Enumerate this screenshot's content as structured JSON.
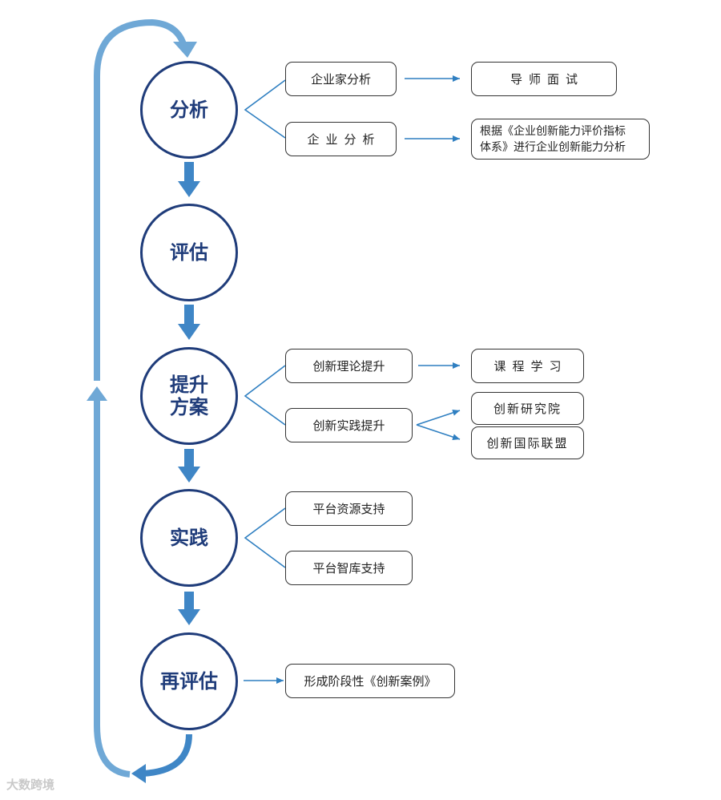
{
  "colors": {
    "stage_border": "#1f3c7a",
    "stage_text": "#1f3c7a",
    "flow_arrow": "#3f86c6",
    "loop_line": "#6fa8d6",
    "connector": "#2f7fc1",
    "box_border": "#333333"
  },
  "stages": [
    {
      "id": "analysis",
      "label": "分析"
    },
    {
      "id": "evaluation",
      "label": "评估"
    },
    {
      "id": "plan",
      "label": "提升\n方案"
    },
    {
      "id": "practice",
      "label": "实践"
    },
    {
      "id": "reevaluation",
      "label": "再评估"
    }
  ],
  "boxes": {
    "entrepreneur_analysis": "企业家分析",
    "mentor_interview": "导师面试",
    "enterprise_analysis": "企业分析",
    "innovation_index_analysis": "根据《企业创新能力评价指标\n体系》进行企业创新能力分析",
    "theory_improvement": "创新理论提升",
    "course_study": "课程学习",
    "practice_improvement": "创新实践提升",
    "innovation_institute": "创新研究院",
    "innovation_alliance": "创新国际联盟",
    "platform_resource": "平台资源支持",
    "platform_thinktank": "平台智库支持",
    "innovation_case": "形成阶段性《创新案例》"
  },
  "watermark": "大数跨境"
}
